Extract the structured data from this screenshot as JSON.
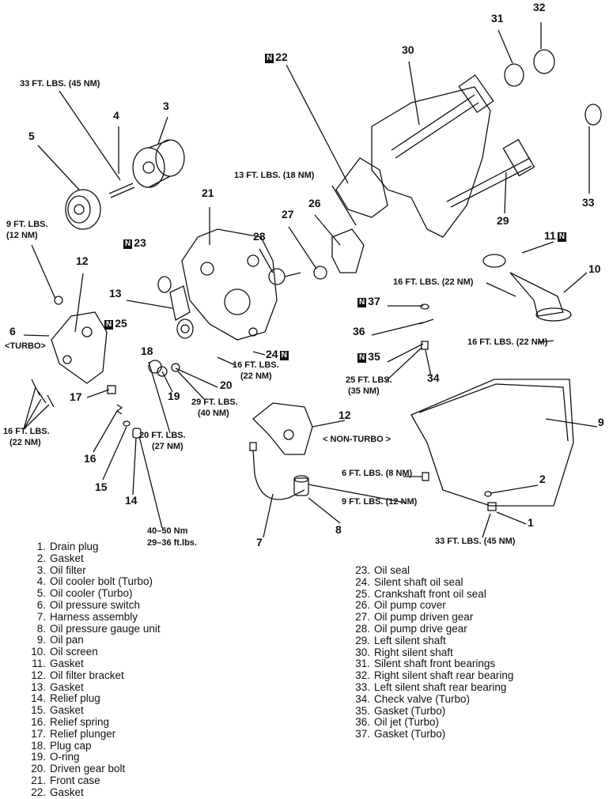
{
  "callouts": {
    "t_33_top": "33 FT. LBS. (45 NM)",
    "n4": "4",
    "n3": "3",
    "n5": "5",
    "t_9a": "9 FT. LBS.",
    "t_9b": "(12 NM)",
    "n12a": "12",
    "n6": "6",
    "turbo": "<TURBO>",
    "t_16La": "16 FT. LBS.",
    "t_16Lb": "(22 NM)",
    "n17": "17",
    "n16": "16",
    "n15": "15",
    "n14": "14",
    "t_40a": "40–50  Nm",
    "t_40b": "29–36  ft.lbs.",
    "n18": "18",
    "n19": "19",
    "n20": "20",
    "t_29a": "29 FT. LBS.",
    "t_29b": "(40 NM)",
    "t_20a": "20 FT. LBS.",
    "t_20b": "(27 NM)",
    "n23": "23",
    "n13": "13",
    "n25": "25",
    "n21": "21",
    "n24": "24",
    "t_16Ma": "16 FT. LBS.",
    "t_16Mb": "(22 NM)",
    "n28": "28",
    "n27": "27",
    "n26": "26",
    "t_13": "13 FT. LBS. (18 NM)",
    "n22": "22",
    "n30": "30",
    "n31": "31",
    "n32": "32",
    "n33": "33",
    "n29": "29",
    "n11": "11",
    "n10": "10",
    "t_16R1": "16 FT. LBS. (22 NM)",
    "t_16R2": "16 FT. LBS. (22 NM)",
    "n37": "37",
    "n36": "36",
    "n35": "35",
    "n34": "34",
    "t_25a": "25 FT. LBS.",
    "t_25b": "(35 NM)",
    "n9": "9",
    "n12b": "12",
    "nonturbo": "< NON-TURBO >",
    "t_6": "6 FT. LBS. (8 NM)",
    "n2": "2",
    "t_9r": "9 FT. LBS. (12 NM)",
    "n1": "1",
    "t_33_bot": "33 FT. LBS. (45 NM)",
    "n7": "7",
    "n8": "8",
    "new_badge": "N"
  },
  "legend_left": [
    {
      "num": "1.",
      "label": "Drain plug"
    },
    {
      "num": "2.",
      "label": "Gasket"
    },
    {
      "num": "3.",
      "label": "Oil filter"
    },
    {
      "num": "4.",
      "label": "Oil cooler bolt (Turbo)"
    },
    {
      "num": "5.",
      "label": "Oil cooler (Turbo)"
    },
    {
      "num": "6.",
      "label": "Oil pressure switch"
    },
    {
      "num": "7.",
      "label": "Harness assembly"
    },
    {
      "num": "8.",
      "label": "Oil pressure gauge unit"
    },
    {
      "num": "9.",
      "label": "Oil pan"
    },
    {
      "num": "10.",
      "label": "Oil screen"
    },
    {
      "num": "11.",
      "label": "Gasket"
    },
    {
      "num": "12.",
      "label": "Oil filter bracket"
    },
    {
      "num": "13.",
      "label": "Gasket"
    },
    {
      "num": "14.",
      "label": "Relief plug"
    },
    {
      "num": "15.",
      "label": "Gasket"
    },
    {
      "num": "16.",
      "label": "Relief spring"
    },
    {
      "num": "17.",
      "label": "Relief plunger"
    },
    {
      "num": "18.",
      "label": "Plug cap"
    },
    {
      "num": "19.",
      "label": "O-ring"
    },
    {
      "num": "20.",
      "label": "Driven gear bolt"
    },
    {
      "num": "21.",
      "label": "Front case"
    },
    {
      "num": "22.",
      "label": "Gasket"
    }
  ],
  "legend_right": [
    {
      "num": "23.",
      "label": "Oil seal"
    },
    {
      "num": "24.",
      "label": "Silent shaft oil seal"
    },
    {
      "num": "25.",
      "label": "Crankshaft front oil seal"
    },
    {
      "num": "26.",
      "label": "Oil pump cover"
    },
    {
      "num": "27.",
      "label": "Oil pump driven gear"
    },
    {
      "num": "28.",
      "label": "Oil pump drive gear"
    },
    {
      "num": "29.",
      "label": "Left silent shaft"
    },
    {
      "num": "30.",
      "label": "Right silent shaft"
    },
    {
      "num": "31.",
      "label": "Silent shaft front bearings"
    },
    {
      "num": "32.",
      "label": "Right silent shaft rear bearing"
    },
    {
      "num": "33.",
      "label": "Left silent shaft rear bearing"
    },
    {
      "num": "34.",
      "label": "Check valve (Turbo)"
    },
    {
      "num": "35.",
      "label": "Gasket (Turbo)"
    },
    {
      "num": "36.",
      "label": "Oil jet (Turbo)"
    },
    {
      "num": "37.",
      "label": "Gasket (Turbo)"
    }
  ]
}
